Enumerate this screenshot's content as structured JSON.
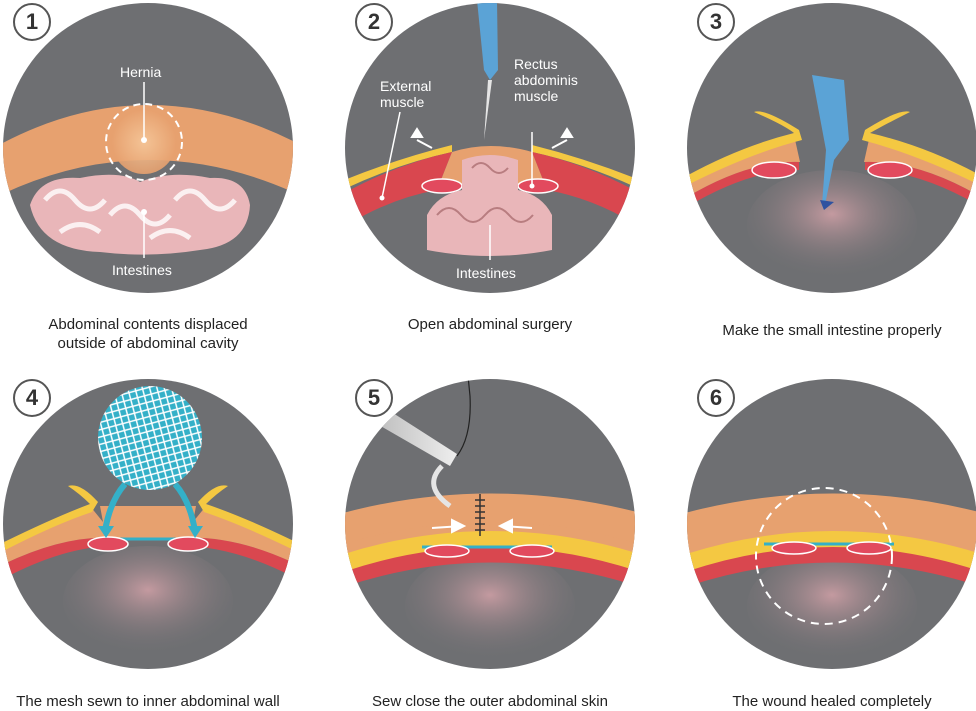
{
  "steps": [
    {
      "number": "1",
      "caption_line1": "Abdominal contents displaced",
      "caption_line2": "outside of abdominal cavity",
      "labels": {
        "hernia": "Hernia",
        "intestines": "Intestines"
      }
    },
    {
      "number": "2",
      "caption": "Open abdominal surgery",
      "labels": {
        "external_muscle_1": "External",
        "external_muscle_2": "muscle",
        "rectus_1": "Rectus",
        "rectus_2": "abdominis",
        "rectus_3": "muscle",
        "intestines": "Intestines"
      }
    },
    {
      "number": "3",
      "caption": "Make the small intestine properly"
    },
    {
      "number": "4",
      "caption": "The mesh sewn to inner abdominal wall"
    },
    {
      "number": "5",
      "caption": "Sew close the outer abdominal skin"
    },
    {
      "number": "6",
      "caption": "The wound healed completely"
    }
  ],
  "colors": {
    "circle": "#6e6f72",
    "skin": "#e7a16f",
    "fat": "#f4c842",
    "muscle": "#d9474f",
    "rectus": "#e24a5e",
    "intestine": "#e9b6b9",
    "glove": "#5ba3d6",
    "mesh": "#34b0c8"
  }
}
